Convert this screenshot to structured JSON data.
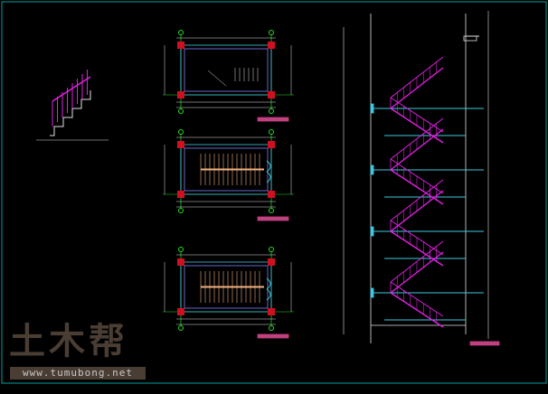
{
  "watermark": {
    "logo": "土木帮",
    "url": "www.tumubong.net"
  },
  "colors": {
    "frame": "#00c8c8",
    "stair": "#e020e0",
    "axis": "#20e020",
    "wall": "#40c8e0",
    "column": "#d01020",
    "tread": "#f0b080",
    "dim": "#e0e0e0",
    "title": "#c04080"
  },
  "drawing": {
    "plans": 3,
    "section_floors": 4
  }
}
